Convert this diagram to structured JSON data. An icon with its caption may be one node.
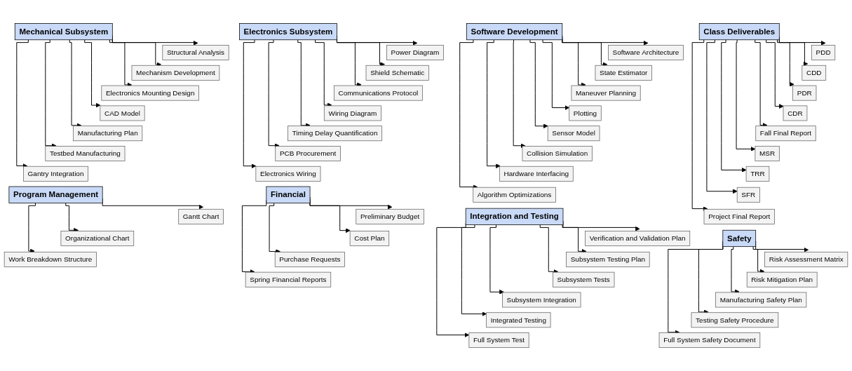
{
  "diagram": {
    "nodes": [
      {
        "text": [
          "Class Deliverables"
        ]
      },
      {
        "text": [
          "PDD"
        ]
      },
      {
        "text": [
          "CDD"
        ]
      },
      {
        "text": [
          "PDR"
        ]
      },
      {
        "text": [
          "CDR"
        ]
      },
      {
        "text": [
          "Fall Final Report"
        ]
      },
      {
        "text": [
          "MSR"
        ]
      },
      {
        "text": [
          "TRR"
        ]
      },
      {
        "text": [
          "SFR"
        ]
      },
      {
        "text": [
          "Project Final Report"
        ]
      },
      {
        "text": [
          "Software Development"
        ]
      },
      {
        "text": [
          "Software Architecture"
        ]
      },
      {
        "text": [
          "State Estimator"
        ]
      },
      {
        "text": [
          "Maneuver Planning"
        ]
      },
      {
        "text": [
          "Plotting"
        ]
      },
      {
        "text": [
          "Sensor Model"
        ]
      },
      {
        "text": [
          "Collision Simulation"
        ]
      },
      {
        "text": [
          "Hardware Interfacing"
        ]
      },
      {
        "text": [
          "Algorithm Optimizations"
        ]
      },
      {
        "text": [
          "Electronics Subsystem"
        ]
      },
      {
        "text": [
          "Power Diagram"
        ]
      },
      {
        "text": [
          "Shield Schematic"
        ]
      },
      {
        "text": [
          "Communications Protocol"
        ]
      },
      {
        "text": [
          "Wiring Diagram"
        ]
      },
      {
        "text": [
          "Timing Delay Quantification"
        ]
      },
      {
        "text": [
          "PCB Procurement"
        ]
      },
      {
        "text": [
          "Electronics Wiring"
        ]
      },
      {
        "text": [
          "Mechanical Subsystem"
        ]
      },
      {
        "text": [
          "Structural Analysis"
        ]
      },
      {
        "text": [
          "Mechanism Development"
        ]
      },
      {
        "text": [
          "Electronics Mounting Design"
        ]
      },
      {
        "text": [
          "CAD Model"
        ]
      },
      {
        "text": [
          "Manufacturing Plan"
        ]
      },
      {
        "text": [
          "Testbed Manufacturing"
        ]
      },
      {
        "text": [
          "Gantry Integration"
        ]
      },
      {
        "text": [
          "Safety"
        ]
      },
      {
        "text": [
          "Risk Assessment Matrix"
        ]
      },
      {
        "text": [
          "Risk Mitigation Plan"
        ]
      },
      {
        "text": [
          "Manufacturing Safety Plan"
        ]
      },
      {
        "text": [
          "Testing Safety Procedure"
        ]
      },
      {
        "text": [
          "Full System Safety Document"
        ]
      },
      {
        "text": [
          "Integration and Testing"
        ]
      },
      {
        "text": [
          "Verification and Validation Plan"
        ]
      },
      {
        "text": [
          "Subsystem Testing Plan"
        ]
      },
      {
        "text": [
          "Subsystem Tests"
        ]
      },
      {
        "text": [
          "Subsystem Integration"
        ]
      },
      {
        "text": [
          "Integrated Testing"
        ]
      },
      {
        "text": [
          "Full System Test"
        ]
      },
      {
        "text": [
          "Financial"
        ]
      },
      {
        "text": [
          "Preliminary Budget"
        ]
      },
      {
        "text": [
          "Cost Plan"
        ]
      },
      {
        "text": [
          "Purchase Requests"
        ]
      },
      {
        "text": [
          "Spring Financial Reports"
        ]
      },
      {
        "text": [
          "Program Management"
        ]
      },
      {
        "text": [
          "Gantt Chart"
        ]
      },
      {
        "text": [
          "Organizational Chart"
        ]
      },
      {
        "text": [
          "Work Breakdown Structure"
        ]
      }
    ],
    "edges": [
      {
        "from": 0,
        "to": 1,
        "arrow": "to"
      },
      {
        "from": 0,
        "to": 2,
        "arrow": "to"
      },
      {
        "from": 0,
        "to": 3,
        "arrow": "to"
      },
      {
        "from": 0,
        "to": 4,
        "arrow": "to"
      },
      {
        "from": 0,
        "to": 5,
        "arrow": "to"
      },
      {
        "from": 0,
        "to": 6,
        "arrow": "to"
      },
      {
        "from": 0,
        "to": 7,
        "arrow": "to"
      },
      {
        "from": 0,
        "to": 8,
        "arrow": "to"
      },
      {
        "from": 0,
        "to": 9,
        "arrow": "to"
      },
      {
        "from": 10,
        "to": 11,
        "arrow": "to"
      },
      {
        "from": 10,
        "to": 12,
        "arrow": "to"
      },
      {
        "from": 10,
        "to": 13,
        "arrow": "to"
      },
      {
        "from": 10,
        "to": 14,
        "arrow": "to"
      },
      {
        "from": 10,
        "to": 15,
        "arrow": "to"
      },
      {
        "from": 10,
        "to": 16,
        "arrow": "to"
      },
      {
        "from": 10,
        "to": 17,
        "arrow": "to"
      },
      {
        "from": 10,
        "to": 18,
        "arrow": "to"
      },
      {
        "from": 19,
        "to": 20,
        "arrow": "to"
      },
      {
        "from": 19,
        "to": 21,
        "arrow": "to"
      },
      {
        "from": 19,
        "to": 22,
        "arrow": "to"
      },
      {
        "from": 19,
        "to": 23,
        "arrow": "to"
      },
      {
        "from": 19,
        "to": 24,
        "arrow": "to"
      },
      {
        "from": 19,
        "to": 25,
        "arrow": "to"
      },
      {
        "from": 19,
        "to": 26,
        "arrow": "to"
      },
      {
        "from": 27,
        "to": 28,
        "arrow": "to"
      },
      {
        "from": 27,
        "to": 29,
        "arrow": "to"
      },
      {
        "from": 27,
        "to": 30,
        "arrow": "to"
      },
      {
        "from": 27,
        "to": 31,
        "arrow": "to"
      },
      {
        "from": 27,
        "to": 32,
        "arrow": "to"
      },
      {
        "from": 27,
        "to": 33,
        "arrow": "to"
      },
      {
        "from": 27,
        "to": 34,
        "arrow": "to"
      },
      {
        "from": 35,
        "to": 36,
        "arrow": "to"
      },
      {
        "from": 35,
        "to": 37,
        "arrow": "to"
      },
      {
        "from": 35,
        "to": 38,
        "arrow": "to"
      },
      {
        "from": 35,
        "to": 39,
        "arrow": "to"
      },
      {
        "from": 35,
        "to": 40,
        "arrow": "to"
      },
      {
        "from": 41,
        "to": 42,
        "arrow": "to"
      },
      {
        "from": 41,
        "to": 43,
        "arrow": "to"
      },
      {
        "from": 41,
        "to": 44,
        "arrow": "to"
      },
      {
        "from": 41,
        "to": 45,
        "arrow": "to"
      },
      {
        "from": 41,
        "to": 46,
        "arrow": "to"
      },
      {
        "from": 41,
        "to": 47,
        "arrow": "to"
      },
      {
        "from": 48,
        "to": 49,
        "arrow": "to"
      },
      {
        "from": 48,
        "to": 50,
        "arrow": "to"
      },
      {
        "from": 48,
        "to": 51,
        "arrow": "to"
      },
      {
        "from": 48,
        "to": 52,
        "arrow": "to"
      },
      {
        "from": 53,
        "to": 54,
        "arrow": "to"
      },
      {
        "from": 53,
        "to": 55,
        "arrow": "to"
      },
      {
        "from": 53,
        "to": 56,
        "arrow": "to"
      }
    ]
  }
}
